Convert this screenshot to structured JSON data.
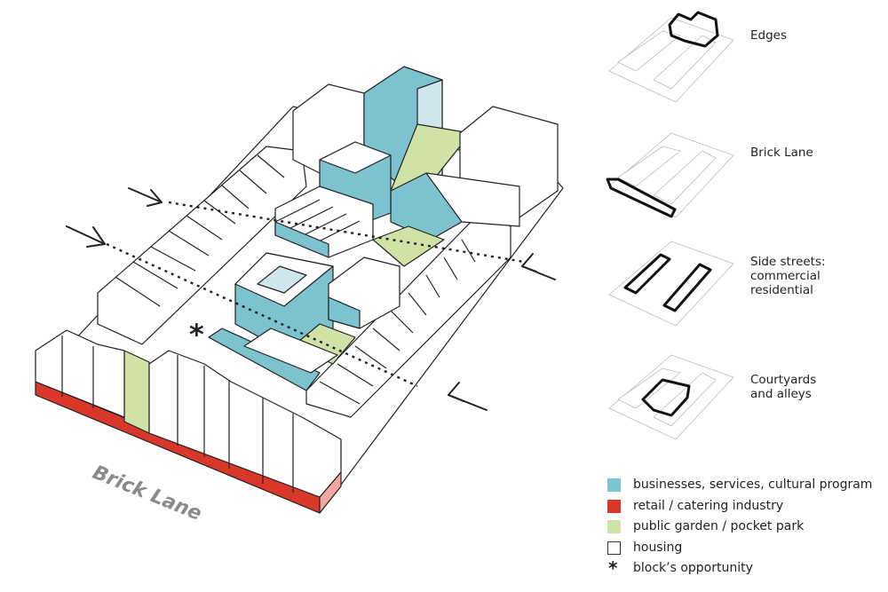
{
  "diagram": {
    "street_label": "Brick Lane",
    "opportunity_marker": "*"
  },
  "thumbnails": [
    {
      "lines": [
        "Edges"
      ]
    },
    {
      "lines": [
        "Brick Lane"
      ]
    },
    {
      "lines": [
        "Side streets:",
        "commercial",
        "residential"
      ]
    },
    {
      "lines": [
        "Courtyards",
        "and alleys"
      ]
    }
  ],
  "legend": [
    {
      "label": "businesses, services, cultural program",
      "color": "#7cc3cf"
    },
    {
      "label": "retail / catering industry",
      "color": "#d8372a"
    },
    {
      "label": "public garden / pocket park",
      "color": "#cfe3a6"
    },
    {
      "label": "housing",
      "color": "#ffffff"
    },
    {
      "label": "block’s opportunity",
      "symbol": "*"
    }
  ],
  "colors": {
    "business": "#7cc3cf",
    "retail": "#d8372a",
    "garden": "#cfe3a6",
    "housing": "#ffffff",
    "outline": "#222222"
  }
}
